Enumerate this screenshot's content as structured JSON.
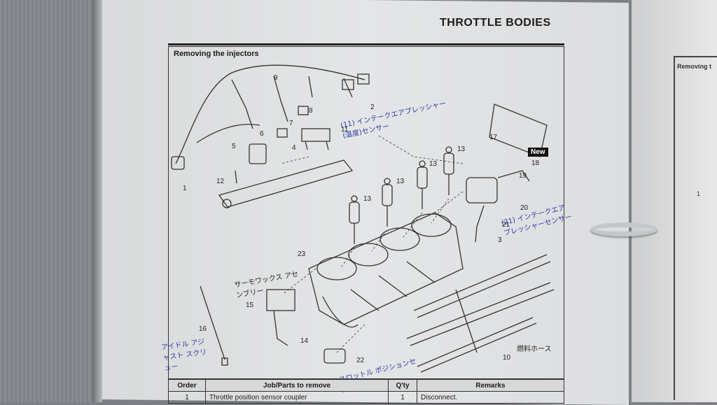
{
  "page": {
    "header": "THROTTLE BODIES",
    "figure_title": "Removing the injectors",
    "new_badge": "New"
  },
  "diagram": {
    "part_numbers": [
      "1",
      "2",
      "3",
      "4",
      "5",
      "6",
      "7",
      "8",
      "9",
      "10",
      "11",
      "12",
      "13",
      "14",
      "15",
      "16",
      "17",
      "18",
      "19",
      "20",
      "21",
      "22",
      "23"
    ]
  },
  "annotations": {
    "note_11": "(11) インテークエアプレッシャー(温度)センサー",
    "note_21": "(21) インテークエアプレッシャーセンサー",
    "note_15": "サーモワックス アセンブリー",
    "note_16": "アイドル アジャスト スクリュー",
    "note_22": "スロットル ポジションセンサー",
    "note_10": "燃料ホース"
  },
  "table": {
    "headers": [
      "Order",
      "Job/Parts to remove",
      "Q'ty",
      "Remarks"
    ],
    "rows": [
      [
        "1",
        "Throttle position sensor coupler",
        "1",
        "Disconnect."
      ]
    ]
  },
  "right_page": {
    "title": "Removing t",
    "part": "1"
  }
}
